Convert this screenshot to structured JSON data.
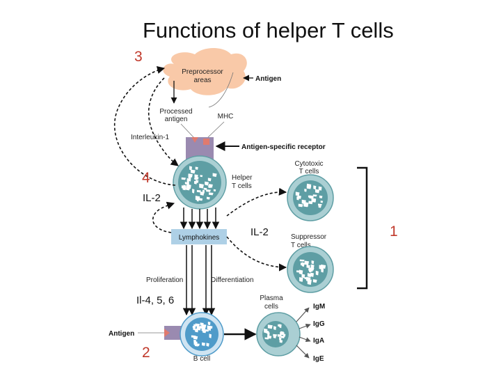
{
  "title": "Functions of helper T cells",
  "numbers": {
    "n1": "1",
    "n2": "2",
    "n3": "3",
    "n4": "4"
  },
  "annotations": {
    "il2_left": "IL-2",
    "il2_right": "IL-2",
    "il456": "Il-4, 5, 6"
  },
  "labels": {
    "preprocessor": [
      "Preprocessor",
      "areas"
    ],
    "antigen_top": "Antigen",
    "processed_antigen": [
      "Processed",
      "antigen"
    ],
    "mhc": "MHC",
    "interleukin": "Interleukin-1",
    "receptor": "Antigen-specific receptor",
    "helper": [
      "Helper",
      "T cells"
    ],
    "cytotoxic": [
      "Cytotoxic",
      "T cells"
    ],
    "lymphokines": "Lymphokines",
    "suppressor": [
      "Suppressor",
      "T cells"
    ],
    "proliferation": "Proliferation",
    "differentiation": "Differentiation",
    "plasma": [
      "Plasma",
      "cells"
    ],
    "antigen_bottom": "Antigen",
    "bcell": "B cell",
    "igm": "IgM",
    "igg": "IgG",
    "iga": "IgA",
    "ige": "IgE"
  },
  "colors": {
    "cell_fill": "#5e9ea4",
    "cell_light": "#aacfd3",
    "bcell_fill": "#4f9bc9",
    "membrane": "#9a8ab0",
    "marker": "#e07a6e",
    "bar": "#aed0e6",
    "cloud": "#f9c9a8",
    "accent_number": "#c0392b"
  }
}
